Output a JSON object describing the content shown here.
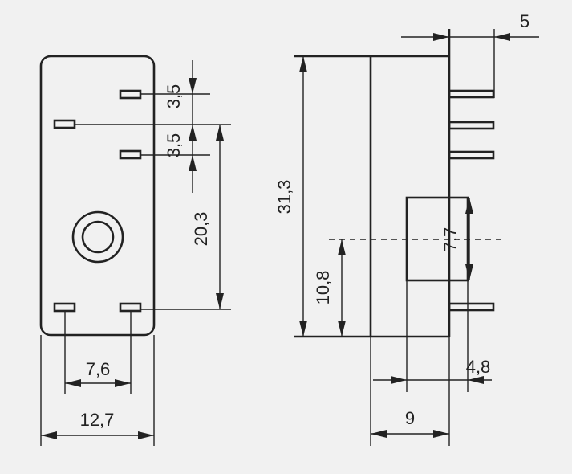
{
  "colors": {
    "background": "#f1f1f1",
    "ink": "#222222"
  },
  "front_view": {
    "dimensions": {
      "pin_pitch_upper": "3,5",
      "pin_pitch_lower": "3,5",
      "pin_row_span": "20,3",
      "pin_column_spacing": "7,6",
      "body_width": "12,7"
    }
  },
  "side_view": {
    "dimensions": {
      "pin_length": "5",
      "body_height": "31,3",
      "button_center_height": "10,8",
      "button_height": "7,7",
      "button_depth": "4,8",
      "body_depth": "9"
    }
  }
}
